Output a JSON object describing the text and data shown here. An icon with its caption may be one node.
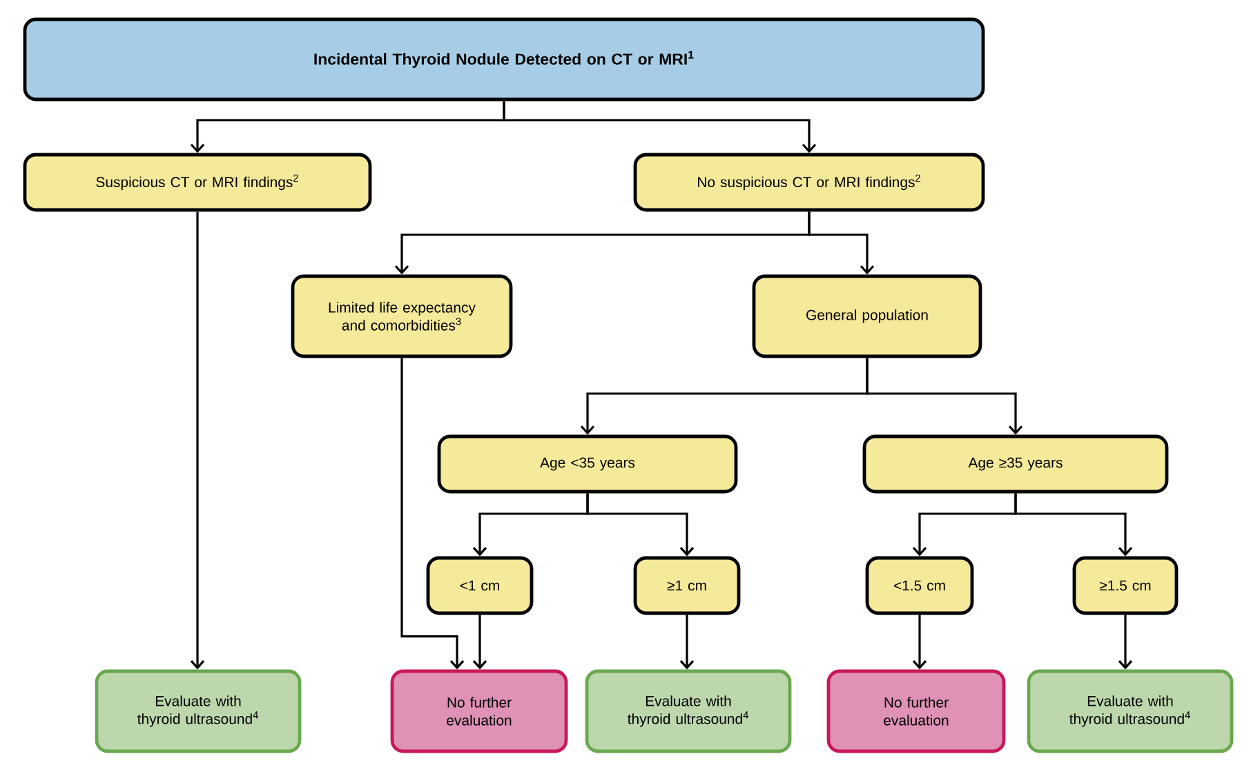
{
  "diagram": {
    "nodes": [
      {
        "text": [
          "Incidental Thyroid Nodule Detected on CT or MRI$^{1}$"
        ]
      },
      {
        "text": [
          "Suspicious CT or MRI findings$^{2}$"
        ]
      },
      {
        "text": [
          "No suspicious CT or MRI findings$^{2}$"
        ]
      },
      {
        "text": [
          "Limited life expectancy and comorbidities$^{3}$"
        ]
      },
      {
        "text": [
          "General population"
        ]
      },
      {
        "text": [
          "Age <35 years"
        ]
      },
      {
        "text": [
          "Age ≥35 years"
        ]
      },
      {
        "text": [
          "<1 cm"
        ]
      },
      {
        "text": [
          "≥1 cm"
        ]
      },
      {
        "text": [
          "<1.5 cm"
        ]
      },
      {
        "text": [
          "≥1.5 cm"
        ]
      },
      {
        "text": [
          "Evaluate with thyroid ultrasound$^{4}$"
        ]
      },
      {
        "text": [
          "No further evaluation"
        ]
      },
      {
        "text": [
          "Evaluate with thyroid ultrasound$^{4}$"
        ]
      },
      {
        "text": [
          "No further evaluation"
        ]
      },
      {
        "text": [
          "Evaluate with thyroid ultrasound$^{4}$"
        ]
      }
    ],
    "edges": [
      {
        "from": 0,
        "to": 1,
        "arrow": "to"
      },
      {
        "from": 0,
        "to": 2,
        "arrow": "to"
      },
      {
        "from": 1,
        "to": 11,
        "arrow": "to"
      },
      {
        "from": 2,
        "to": 3,
        "arrow": "to"
      },
      {
        "from": 2,
        "to": 4,
        "arrow": "to"
      },
      {
        "from": 3,
        "to": 12,
        "arrow": "to"
      },
      {
        "from": 4,
        "to": 5,
        "arrow": "to"
      },
      {
        "from": 4,
        "to": 6,
        "arrow": "to"
      },
      {
        "from": 5,
        "to": 7,
        "arrow": "to"
      },
      {
        "from": 5,
        "to": 8,
        "arrow": "to"
      },
      {
        "from": 6,
        "to": 9,
        "arrow": "to"
      },
      {
        "from": 6,
        "to": 10,
        "arrow": "to"
      },
      {
        "from": 7,
        "to": 12,
        "arrow": "to"
      },
      {
        "from": 8,
        "to": 13,
        "arrow": "to"
      },
      {
        "from": 9,
        "to": 14,
        "arrow": "to"
      },
      {
        "from": 10,
        "to": 15,
        "arrow": "to"
      }
    ]
  }
}
